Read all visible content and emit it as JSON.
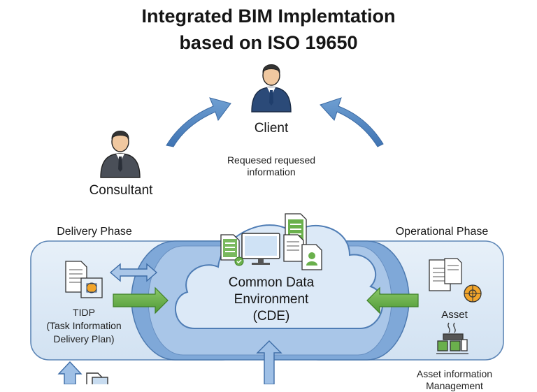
{
  "title": {
    "line1": "Integrated BIM Implemtation",
    "line2": "based on ISO 19650"
  },
  "roles": {
    "client": "Client",
    "consultant": "Consultant"
  },
  "request": {
    "line1": "Requesed requesed",
    "line2": "information"
  },
  "phases": {
    "delivery": "Delivery Phase",
    "operational": "Operational Phase"
  },
  "cde": {
    "line1": "Common Data",
    "line2": "Environment",
    "line3": "(CDE)"
  },
  "tidp": {
    "line1": "TIDP",
    "line2": "(Task Information",
    "line3": "Delivery Plan)"
  },
  "asset": {
    "label": "Asset",
    "mgmt_line1": "Asset information",
    "mgmt_line2": "Management"
  },
  "colors": {
    "arrow_blue": "#5b8fc7",
    "cde_blue": "#8fb4dd",
    "panel_blue": "#dbe8f5",
    "green_arrow": "#6ab04c"
  }
}
